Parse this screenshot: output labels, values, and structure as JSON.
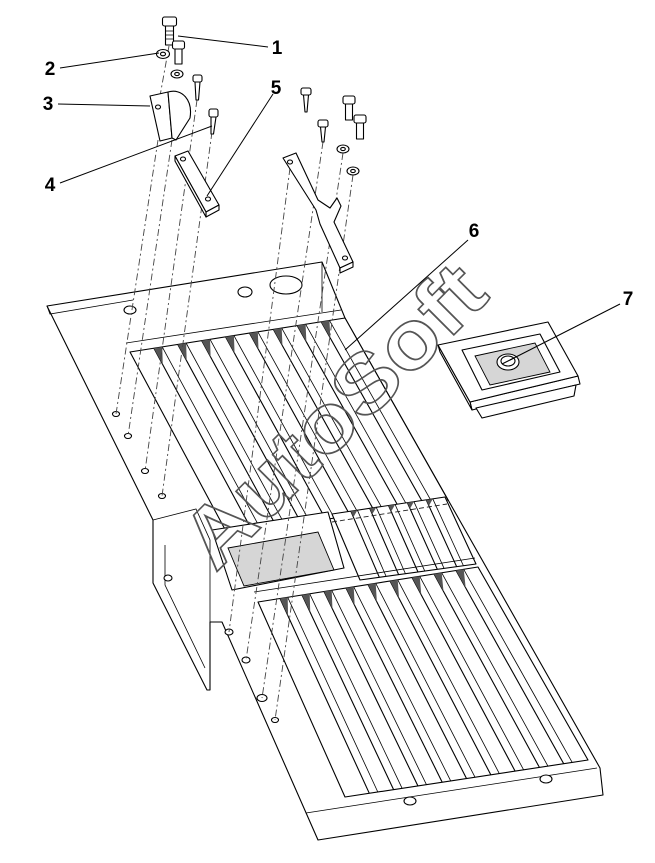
{
  "diagram": {
    "callouts": [
      {
        "label": "1"
      },
      {
        "label": "2"
      },
      {
        "label": "3"
      },
      {
        "label": "4"
      },
      {
        "label": "5"
      },
      {
        "label": "6"
      },
      {
        "label": "7"
      }
    ],
    "watermark": "AutoSoft"
  },
  "colors": {
    "line": "#000000",
    "background": "#ffffff",
    "watermark": "#555555"
  }
}
